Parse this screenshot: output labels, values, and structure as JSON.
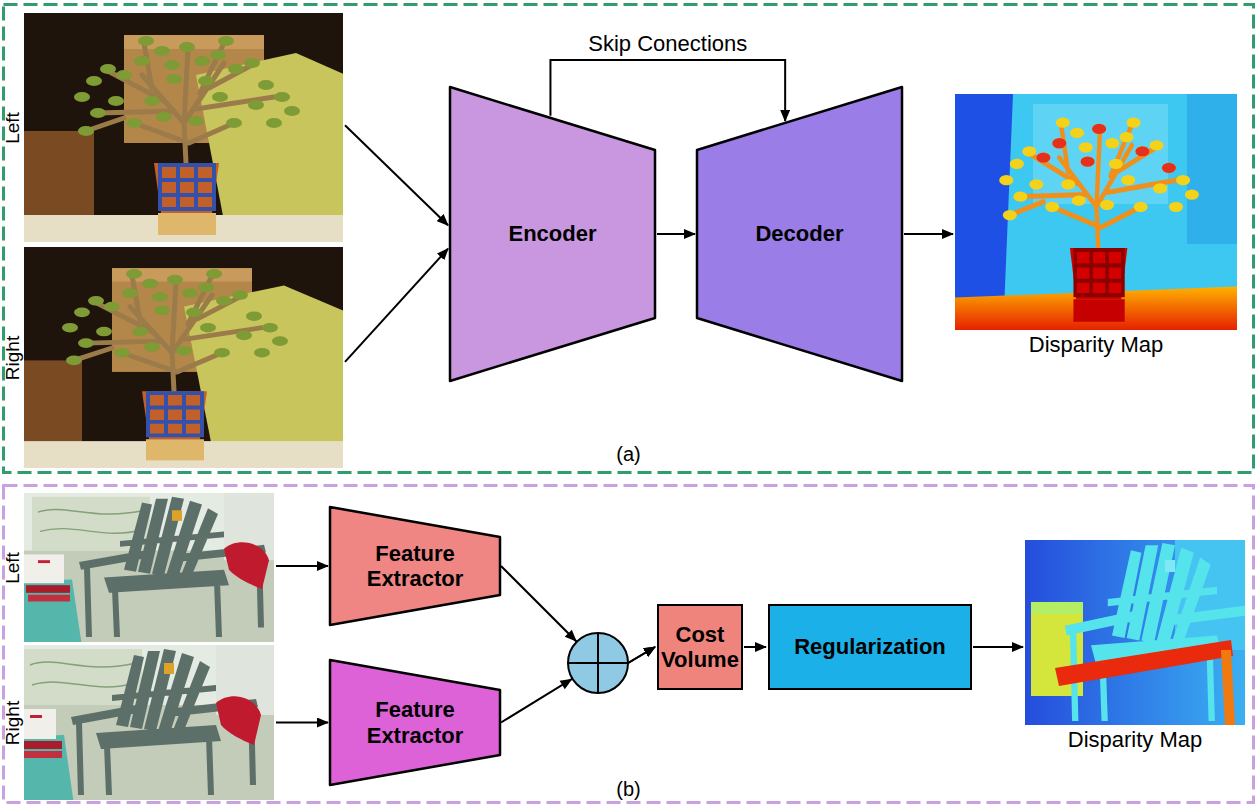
{
  "diagram": {
    "nodes": [
      {
        "text": [
          "(a)"
        ]
      },
      {
        "text": [
          "Left"
        ],
        "in": 0
      },
      {
        "text": [
          "Right"
        ],
        "in": 0
      },
      {
        "text": [
          "Encoder"
        ],
        "in": 0
      },
      {
        "text": [
          "Decoder"
        ],
        "in": 0
      },
      {
        "text": [
          "Disparity Map"
        ],
        "in": 0
      },
      {
        "text": [
          "(b)"
        ]
      },
      {
        "text": [
          "Left"
        ],
        "in": 6
      },
      {
        "text": [
          "Right"
        ],
        "in": 6
      },
      {
        "text": [
          "Feature Extractor"
        ],
        "in": 6
      },
      {
        "text": [
          "Feature Extractor"
        ],
        "in": 6
      },
      {
        "text": [
          "Cost Volume"
        ],
        "in": 6
      },
      {
        "text": [
          "Regularization"
        ],
        "in": 6
      },
      {
        "text": [
          "Disparity Map"
        ],
        "in": 6
      }
    ],
    "edges": [
      {
        "from": 1,
        "to": 3,
        "arrow": "to"
      },
      {
        "from": 2,
        "to": 3,
        "arrow": "to"
      },
      {
        "from": 3,
        "to": 4,
        "arrow": "to"
      },
      {
        "from": 3,
        "to": 4,
        "label": "Skip Conections",
        "arrow": "to"
      },
      {
        "from": 4,
        "to": 5,
        "arrow": "to"
      },
      {
        "from": 7,
        "to": 9,
        "arrow": "to"
      },
      {
        "from": 8,
        "to": 10,
        "arrow": "to"
      },
      {
        "from": 9,
        "to": 11,
        "arrow": "to"
      },
      {
        "from": 10,
        "to": 11,
        "arrow": "to"
      },
      {
        "from": 11,
        "to": 12,
        "arrow": "to"
      },
      {
        "from": 12,
        "to": 13,
        "arrow": "to"
      }
    ]
  }
}
